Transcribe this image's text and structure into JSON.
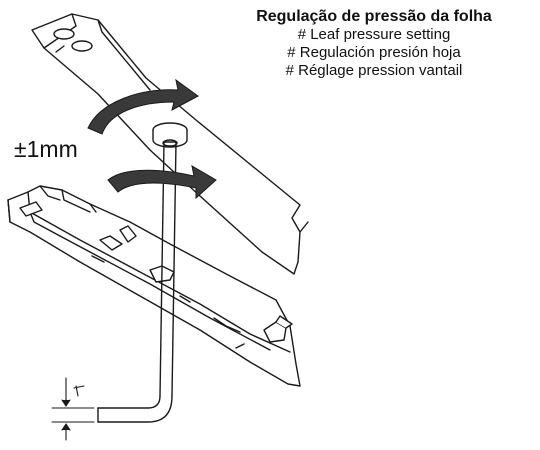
{
  "caption": {
    "title": "Regulação de pressão da folha",
    "lines": [
      "# Leaf pressure setting",
      "# Regulación presión hoja",
      "# Réglage pression vantail"
    ]
  },
  "tolerance_label": "±1mm",
  "colors": {
    "line": "#1a1a1a",
    "arrow_fill": "#3a3a3a",
    "background": "#ffffff"
  }
}
